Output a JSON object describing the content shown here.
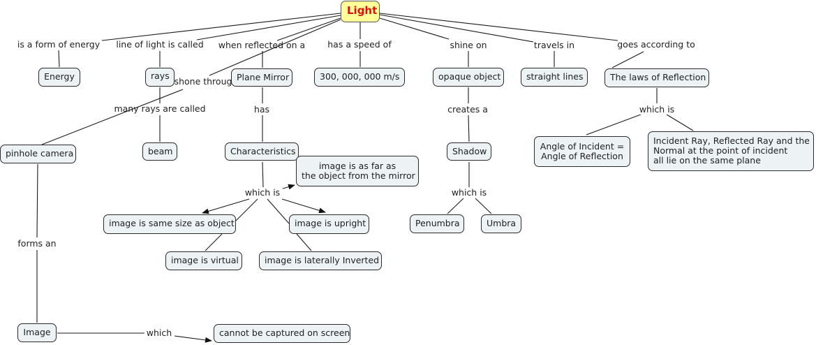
{
  "map": {
    "root": "Light",
    "nodes": {
      "energy": "Energy",
      "rays": "rays",
      "plane_mirror": "Plane Mirror",
      "speed": "300, 000, 000 m/s",
      "opaque": "opaque object",
      "straight": "straight lines",
      "laws": "The laws of Reflection",
      "pinhole": "pinhole camera",
      "beam": "beam",
      "characteristics": "Characteristics",
      "as_far": [
        "image is as far as",
        "the object from the mirror"
      ],
      "shadow": "Shadow",
      "angle": [
        "Angle of Incident =",
        "Angle of Reflection"
      ],
      "plane_law": [
        "Incident Ray, Reflected Ray and the",
        "Normal at the point of incident",
        "all lie on the same plane"
      ],
      "same_size": "image is same size as object",
      "upright": "image is upright",
      "virtual": "image is virtual",
      "inverted": "image is laterally Inverted",
      "penumbra": "Penumbra",
      "umbra": "Umbra",
      "image": "Image",
      "not_captured": "cannot be captured on screen"
    },
    "links": {
      "form_energy": "is a form of energy",
      "line_called": "line of light is called",
      "reflected_on": "when reflected on a",
      "speed_of": "has a speed of",
      "shine_on": "shine on",
      "travels_in": "travels in",
      "according_to": "goes according to",
      "shone_through": "shone throug",
      "many_rays": "many rays are called",
      "has": "has",
      "creates": "creates a",
      "which_is_laws": "which is",
      "which_is_char": "which is",
      "which_is_shadow": "which is",
      "forms_an": "forms an",
      "which": "which"
    },
    "colors": {
      "root_fill": "#ffff99",
      "root_text": "#dd1111",
      "node_fill": "#edf2f4",
      "line": "#1a1a1a"
    }
  }
}
